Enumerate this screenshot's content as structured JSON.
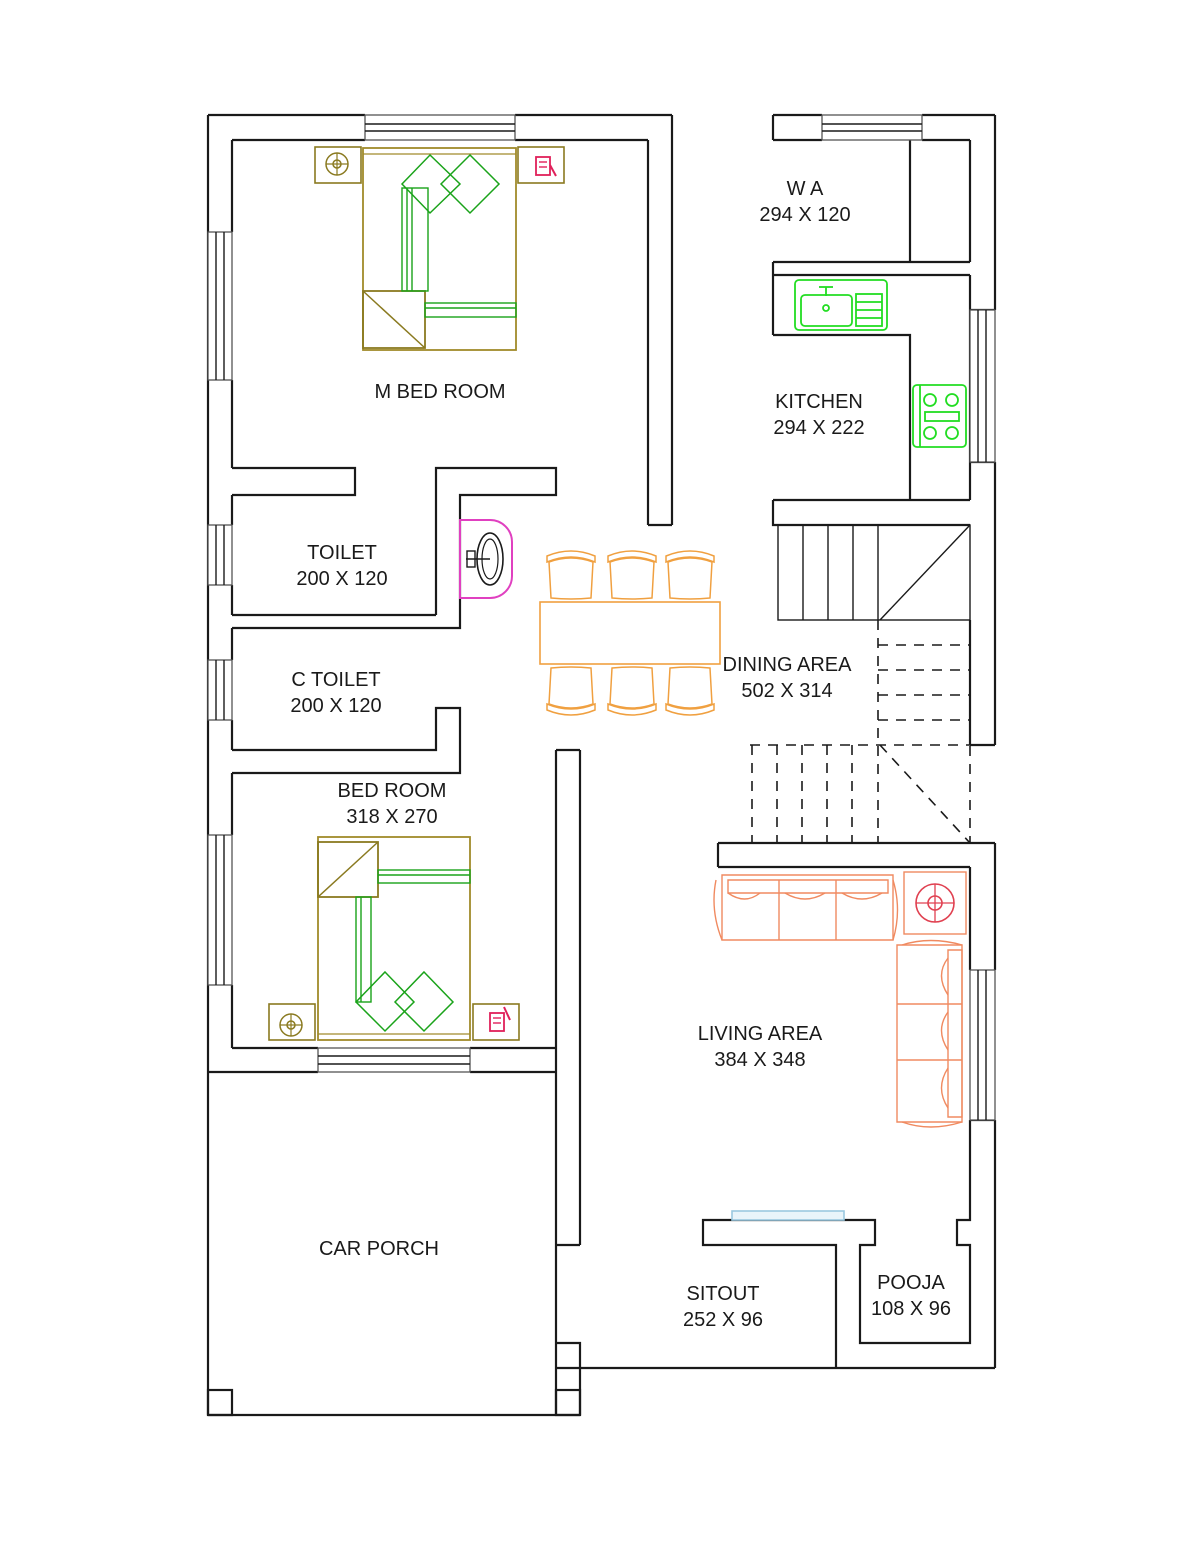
{
  "colors": {
    "wall": "#1a1a1a",
    "bed": "#a08a2a",
    "bed_accent": "#1aa31a",
    "nightstand_icon": "#e0205a",
    "kitchen_fixture": "#22dd22",
    "dining_furniture": "#f0a040",
    "wash_basin": "#e040c0",
    "sofa": "#f08a60",
    "sofa_table": "#e04050",
    "pooja_shelf": "#9ac8e0"
  },
  "rooms": {
    "wa": {
      "name": "W A",
      "size": "294 X 120"
    },
    "m_bed_room": {
      "name": "M BED ROOM"
    },
    "kitchen": {
      "name": "KITCHEN",
      "size": "294 X 222"
    },
    "toilet": {
      "name": "TOILET",
      "size": "200 X 120"
    },
    "dining_area": {
      "name": "DINING AREA",
      "size": "502 X 314"
    },
    "c_toilet": {
      "name": "C TOILET",
      "size": "200 X 120"
    },
    "bed_room": {
      "name": "BED ROOM",
      "size": "318 X 270"
    },
    "living_area": {
      "name": "LIVING AREA",
      "size": "384 X 348"
    },
    "car_porch": {
      "name": "CAR PORCH"
    },
    "sitout": {
      "name": "SITOUT",
      "size": "252 X 96"
    },
    "pooja": {
      "name": "POOJA",
      "size": "108 X 96"
    }
  }
}
